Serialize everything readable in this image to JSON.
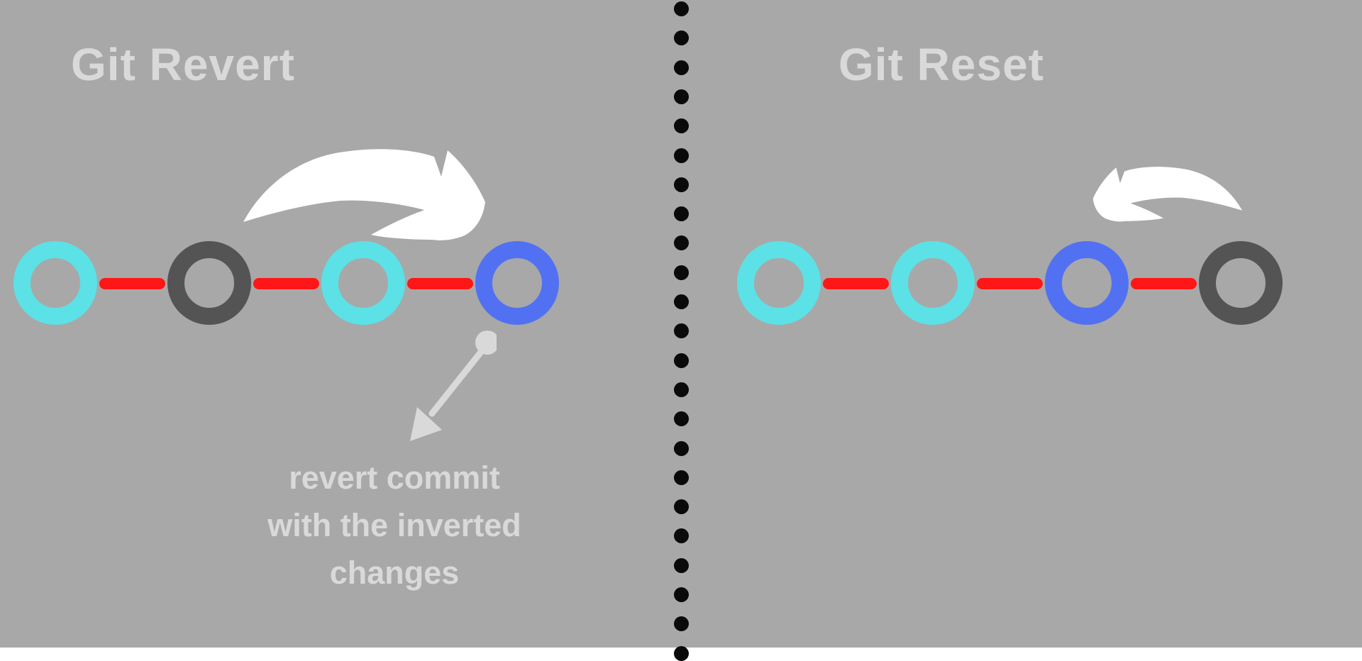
{
  "colors": {
    "background": "#A8A8A8",
    "title_text": "#D9D9D9",
    "annotation_text": "#D9D9D9",
    "annotation_arrow": "#D9D9D9",
    "commit_cyan": "#5CE1E6",
    "commit_dark": "#545454",
    "commit_blue": "#5271F2",
    "link_red": "#FF1616",
    "arrow_white": "#FFFFFF",
    "divider_dot": "#0A0A0A"
  },
  "panels": {
    "left": {
      "title": "Git Revert",
      "commits": [
        {
          "color": "commit_cyan"
        },
        {
          "color": "commit_dark"
        },
        {
          "color": "commit_cyan"
        },
        {
          "color": "commit_blue"
        }
      ],
      "annotation": {
        "lines": [
          "revert commit",
          "with the inverted",
          "changes"
        ]
      }
    },
    "right": {
      "title": "Git Reset",
      "commits": [
        {
          "color": "commit_cyan"
        },
        {
          "color": "commit_cyan"
        },
        {
          "color": "commit_blue"
        },
        {
          "color": "commit_dark"
        }
      ]
    }
  },
  "divider": {
    "dot_count": 23
  }
}
